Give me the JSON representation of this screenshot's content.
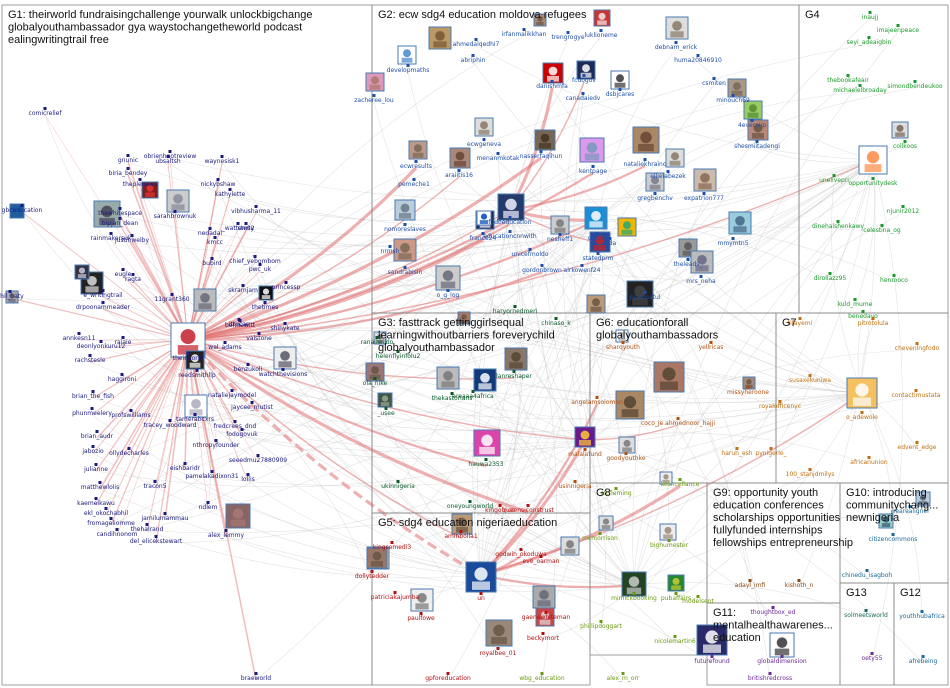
{
  "colors": {
    "G1": "#1a1a80",
    "G2": "#1f4fa8",
    "G3": "#0a5a2a",
    "G4": "#1a9a2a",
    "G5": "#b01010",
    "G6": "#b05010",
    "G7": "#c07010",
    "G8": "#6a9a10",
    "G9": "#8a4a10",
    "G10": "#1a6a9a",
    "G11": "#6a2a9a",
    "G12": "#1a6a9a",
    "G13": "#1a6a5a",
    "edge": "#e07070",
    "edgeLight": "#cccccc",
    "frame": "#888888"
  },
  "groups": [
    {
      "id": "G1",
      "label": "G1: theirworld fundraisingchallenge yourwalk unlockbigchange globalyouthambassador gya waystochangetheworld podcast ealingwritingtrail free"
    },
    {
      "id": "G2",
      "label": "G2: ecw sdg4 education moldova refugees"
    },
    {
      "id": "G3",
      "label": "G3: fasttrack gettinggirlsequal learningwithoutbarriers foreverychild globalyouthambassador"
    },
    {
      "id": "G4",
      "label": "G4"
    },
    {
      "id": "G5",
      "label": "G5: sdg4 education nigeriaeducation"
    },
    {
      "id": "G6",
      "label": "G6: educationforall globalyouthambassadors"
    },
    {
      "id": "G7",
      "label": "G7"
    },
    {
      "id": "G8",
      "label": "G8"
    },
    {
      "id": "G9",
      "label": "G9: opportunity youth education conferences scholarships opportunities fullyfunded internships fellowships entrepreneurship"
    },
    {
      "id": "G10",
      "label": "G10: introducing communitychang... newnigeria"
    },
    {
      "id": "G11",
      "label": "G11: mentalhealthawarenes... education"
    },
    {
      "id": "G12",
      "label": "G12"
    },
    {
      "id": "G13",
      "label": "G13"
    }
  ],
  "nodes": [
    {
      "g": "G1",
      "name": "comicrelief"
    },
    {
      "g": "G1",
      "name": "gbceducation"
    },
    {
      "g": "G1",
      "name": "phil_baty"
    },
    {
      "g": "G1",
      "name": "gnunic"
    },
    {
      "g": "G1",
      "name": "obrienhnotreview"
    },
    {
      "g": "G1",
      "name": "ubsaltsh"
    },
    {
      "g": "G1",
      "name": "waynesisk1"
    },
    {
      "g": "G1",
      "name": "biria_bendey"
    },
    {
      "g": "G1",
      "name": "theplenews"
    },
    {
      "g": "G1",
      "name": "nickybshaw"
    },
    {
      "g": "G1",
      "name": "kathylette"
    },
    {
      "g": "G1",
      "name": "thewhitespace"
    },
    {
      "g": "G1",
      "name": "sarahbrownuk"
    },
    {
      "g": "G1",
      "name": "vibhusharma_11"
    },
    {
      "g": "G1",
      "name": "bipjan_dean"
    },
    {
      "g": "G1",
      "name": "justinwelby"
    },
    {
      "g": "G1",
      "name": "_wattemsy"
    },
    {
      "g": "G1",
      "name": "nedadal"
    },
    {
      "g": "G1",
      "name": "kmcc"
    },
    {
      "g": "G1",
      "name": "ste02"
    },
    {
      "g": "G1",
      "name": "rainmakersuk"
    },
    {
      "g": "G1",
      "name": "ragta"
    },
    {
      "g": "G1",
      "name": "eugle"
    },
    {
      "g": "G1",
      "name": "bubird"
    },
    {
      "g": "G1",
      "name": "chief_yebombom"
    },
    {
      "g": "G1",
      "name": "pwc_uk"
    },
    {
      "g": "G1",
      "name": "11grant360"
    },
    {
      "g": "G1",
      "name": "skramjam"
    },
    {
      "g": "G1",
      "name": "princessp"
    },
    {
      "g": "G1",
      "name": "e_writingtrail"
    },
    {
      "g": "G1",
      "name": "drpoonammeader"
    },
    {
      "g": "G1",
      "name": "thetimes"
    },
    {
      "g": "G1",
      "name": "ittucas"
    },
    {
      "g": "G1",
      "name": "bennewitt"
    },
    {
      "g": "G1",
      "name": "shinykate"
    },
    {
      "g": "G1",
      "name": "valstone"
    },
    {
      "g": "G1",
      "name": "annkesn11"
    },
    {
      "g": "G1",
      "name": "deonlyonkuru12"
    },
    {
      "g": "G1",
      "name": "rachstesle"
    },
    {
      "g": "G1",
      "name": "wal_adams"
    },
    {
      "g": "G1",
      "name": "theirworld"
    },
    {
      "g": "G1",
      "name": "rajaie"
    },
    {
      "g": "G1",
      "name": "reedsmithllp"
    },
    {
      "g": "G1",
      "name": "benzukoli"
    },
    {
      "g": "G1",
      "name": "watchthevisions"
    },
    {
      "g": "G1",
      "name": "haggironi"
    },
    {
      "g": "G1",
      "name": "brian_the_fish"
    },
    {
      "g": "G1",
      "name": "nataliejaymodel"
    },
    {
      "g": "G1",
      "name": "jaycee_mutist"
    },
    {
      "g": "G1",
      "name": "phunmeelery"
    },
    {
      "g": "G1",
      "name": "profswilliams"
    },
    {
      "g": "G1",
      "name": "tamerabcxrs"
    },
    {
      "g": "G1",
      "name": "tracey_woodward"
    },
    {
      "g": "G1",
      "name": "fredcrees_dnd"
    },
    {
      "g": "G1",
      "name": "fodogovuk"
    },
    {
      "g": "G1",
      "name": "brian_audr"
    },
    {
      "g": "G1",
      "name": "nthropyfounder"
    },
    {
      "g": "G1",
      "name": "jabozio"
    },
    {
      "g": "G1",
      "name": "ollydecharles"
    },
    {
      "g": "G1",
      "name": "eishbaridr"
    },
    {
      "g": "G1",
      "name": "seeedmu27880909"
    },
    {
      "g": "G1",
      "name": "pamelakadixon31"
    },
    {
      "g": "G1",
      "name": "julianne"
    },
    {
      "g": "G1",
      "name": "matthewlolis"
    },
    {
      "g": "G1",
      "name": "tracon5"
    },
    {
      "g": "G1",
      "name": "ekl_okochabhil"
    },
    {
      "g": "G1",
      "name": "fromageliomme"
    },
    {
      "g": "G1",
      "name": "jamilumammau"
    },
    {
      "g": "G1",
      "name": "candihnonom"
    },
    {
      "g": "G1",
      "name": "thehalrand"
    },
    {
      "g": "G1",
      "name": "del_elicekstewart"
    },
    {
      "g": "G1",
      "name": "alex_lemmy"
    },
    {
      "g": "G1",
      "name": "ndlem"
    },
    {
      "g": "G1",
      "name": "lollis"
    },
    {
      "g": "G1",
      "name": "kaemeikawu"
    },
    {
      "g": "G1",
      "name": "braeworld"
    },
    {
      "g": "G2",
      "name": "ahmedalqedhi7"
    },
    {
      "g": "G2",
      "name": "abriphin"
    },
    {
      "g": "G2",
      "name": "developmaths"
    },
    {
      "g": "G2",
      "name": "zacheree_lou"
    },
    {
      "g": "G2",
      "name": "irfanmalikkhan"
    },
    {
      "g": "G2",
      "name": "trengrogye"
    },
    {
      "g": "G2",
      "name": "luklioneme"
    },
    {
      "g": "G2",
      "name": "debnam_erick"
    },
    {
      "g": "G2",
      "name": "huma20846910"
    },
    {
      "g": "G2",
      "name": "danishmfa"
    },
    {
      "g": "G2",
      "name": "fcdogov"
    },
    {
      "g": "G2",
      "name": "canadaiedv"
    },
    {
      "g": "G2",
      "name": "dsbjcares"
    },
    {
      "g": "G2",
      "name": "csmiten"
    },
    {
      "g": "G2",
      "name": "minouch69"
    },
    {
      "g": "G2",
      "name": "4everniip"
    },
    {
      "g": "G2",
      "name": "shesmiitadengi"
    },
    {
      "g": "G2",
      "name": "ecwgeneva"
    },
    {
      "g": "G2",
      "name": "menanmkotak"
    },
    {
      "g": "G2",
      "name": "nasserfaqihun"
    },
    {
      "g": "G2",
      "name": "ecwresults"
    },
    {
      "g": "G2",
      "name": "kentpage"
    },
    {
      "g": "G2",
      "name": "nataliekhraino"
    },
    {
      "g": "G2",
      "name": "ellielabezek"
    },
    {
      "g": "G2",
      "name": "pemeche1"
    },
    {
      "g": "G2",
      "name": "araiitis16"
    },
    {
      "g": "G2",
      "name": "gregbenchv"
    },
    {
      "g": "G2",
      "name": "expatrion777"
    },
    {
      "g": "G2",
      "name": "nomoreslaves"
    },
    {
      "g": "G2",
      "name": "educationcnnwith"
    },
    {
      "g": "G2",
      "name": "fodoeducation"
    },
    {
      "g": "G2",
      "name": "unicef"
    },
    {
      "g": "G2",
      "name": "mmymtn5"
    },
    {
      "g": "G2",
      "name": "nrmsh"
    },
    {
      "g": "G2",
      "name": "france24"
    },
    {
      "g": "G2",
      "name": "unicefmoldo"
    },
    {
      "g": "G2",
      "name": "nesheff1"
    },
    {
      "g": "G2",
      "name": "sida"
    },
    {
      "g": "G2",
      "name": "sandrabisin"
    },
    {
      "g": "G2",
      "name": "gordonbrown"
    },
    {
      "g": "G2",
      "name": "alrkowenf24"
    },
    {
      "g": "G2",
      "name": "statedprm"
    },
    {
      "g": "G2",
      "name": "theleads_"
    },
    {
      "g": "G2",
      "name": "o_g_log"
    },
    {
      "g": "G2",
      "name": "mrs_neha"
    },
    {
      "g": "G2",
      "name": "jlyasmatul"
    },
    {
      "g": "G3",
      "name": "haryornedmeri"
    },
    {
      "g": "G3",
      "name": "helenflyinfolu2"
    },
    {
      "g": "G3",
      "name": "ola_nike"
    },
    {
      "g": "G3",
      "name": "thekastorians"
    },
    {
      "g": "G3",
      "name": "areaaa4africa"
    },
    {
      "g": "G3",
      "name": "lanreshaper"
    },
    {
      "g": "G3",
      "name": "hauwa2353"
    },
    {
      "g": "G3",
      "name": "_usee"
    },
    {
      "g": "G3",
      "name": "ukinnigeria"
    },
    {
      "g": "G3",
      "name": "oneyoungworld"
    },
    {
      "g": "G3",
      "name": "chinaso_k"
    },
    {
      "g": "G3",
      "name": "ranailwildo"
    },
    {
      "g": "G4",
      "name": "inaujj"
    },
    {
      "g": "G4",
      "name": "imajeenpeace"
    },
    {
      "g": "G4",
      "name": "seyi_adeaigbin"
    },
    {
      "g": "G4",
      "name": "thebookafeair"
    },
    {
      "g": "G4",
      "name": "michaelelbroaday"
    },
    {
      "g": "G4",
      "name": "simondbendeukoo"
    },
    {
      "g": "G4",
      "name": "collkoos"
    },
    {
      "g": "G4",
      "name": "unelivepri"
    },
    {
      "g": "G4",
      "name": "opportunitydesk"
    },
    {
      "g": "G4",
      "name": "dinehalshenkawy"
    },
    {
      "g": "G4",
      "name": "celestina_og"
    },
    {
      "g": "G4",
      "name": "njunir2012"
    },
    {
      "g": "G4",
      "name": "dirollazz95"
    },
    {
      "g": "G4",
      "name": "henrooco"
    },
    {
      "g": "G4",
      "name": "kuld_mume"
    },
    {
      "g": "G4",
      "name": "benedayo"
    },
    {
      "g": "G5",
      "name": "kingsemedi3"
    },
    {
      "g": "G5",
      "name": "aminbolla1"
    },
    {
      "g": "G5",
      "name": "dollytedder"
    },
    {
      "g": "G5",
      "name": "patriciakajumba"
    },
    {
      "g": "G5",
      "name": "un"
    },
    {
      "g": "G5",
      "name": "paulfowe"
    },
    {
      "g": "G5",
      "name": "eve_oarman"
    },
    {
      "g": "G5",
      "name": "godwin_okoduwa"
    },
    {
      "g": "G5",
      "name": "gaenewhiteman"
    },
    {
      "g": "G5",
      "name": "beckymort"
    },
    {
      "g": "G5",
      "name": "royalbee_01"
    },
    {
      "g": "G5",
      "name": "queensiconstrust"
    },
    {
      "g": "G5",
      "name": "kingofrice"
    },
    {
      "g": "G5",
      "name": "gpforeducation"
    },
    {
      "g": "G6",
      "name": "sharqyouth"
    },
    {
      "g": "G6",
      "name": "yellricas"
    },
    {
      "g": "G6",
      "name": "angelamsolomon"
    },
    {
      "g": "G6",
      "name": "coco_je ahmednoor_hajji"
    },
    {
      "g": "G6",
      "name": "missyheroone"
    },
    {
      "g": "G6",
      "name": "malalafund"
    },
    {
      "g": "G6",
      "name": "goodyouthke"
    },
    {
      "g": "G6",
      "name": "usinnigeria"
    },
    {
      "g": "G7",
      "name": "tifayemi"
    },
    {
      "g": "G7",
      "name": "pitrotolula"
    },
    {
      "g": "G7",
      "name": "chevenlngfodo"
    },
    {
      "g": "G7",
      "name": "susaxekuniwa"
    },
    {
      "g": "G7",
      "name": "royalofficenyc"
    },
    {
      "g": "G7",
      "name": "contactimustata"
    },
    {
      "g": "G7",
      "name": "o_adewole"
    },
    {
      "g": "G7",
      "name": "harun_esh"
    },
    {
      "g": "G7",
      "name": "pynigerle_"
    },
    {
      "g": "G7",
      "name": "edvent_edge"
    },
    {
      "g": "G7",
      "name": "africanunion"
    },
    {
      "g": "G7",
      "name": "100_stanjdmilys"
    },
    {
      "g": "G8",
      "name": "alcfleming"
    },
    {
      "g": "G8",
      "name": "keshcellance"
    },
    {
      "g": "G8",
      "name": "mcmorrison"
    },
    {
      "g": "G8",
      "name": "bighumester"
    },
    {
      "g": "G8",
      "name": "mimickbooking"
    },
    {
      "g": "G8",
      "name": "pubaffairs"
    },
    {
      "g": "G8",
      "name": "phillipdoggart"
    },
    {
      "g": "G8",
      "name": "modelsent"
    },
    {
      "g": "G8",
      "name": "nicolemartin6"
    },
    {
      "g": "G8",
      "name": "alex_m_orr"
    },
    {
      "g": "G8",
      "name": "wbg_education"
    },
    {
      "g": "G9",
      "name": "adayl_imfi"
    },
    {
      "g": "G9",
      "name": "kishoth_n"
    },
    {
      "g": "G10",
      "name": "citizencommons"
    },
    {
      "g": "G10",
      "name": "chinedu_isagboh"
    },
    {
      "g": "G10",
      "name": "wearealigner"
    },
    {
      "g": "G11",
      "name": "thoughtbox_ed"
    },
    {
      "g": "G11",
      "name": "futurefound"
    },
    {
      "g": "G11",
      "name": "globaldimension"
    },
    {
      "g": "G11",
      "name": "britishredcross"
    },
    {
      "g": "G11",
      "name": "oety55"
    },
    {
      "g": "G12",
      "name": "youthhubafrica"
    },
    {
      "g": "G12",
      "name": "afrebeing"
    },
    {
      "g": "G13",
      "name": "solmeetsworld"
    }
  ]
}
